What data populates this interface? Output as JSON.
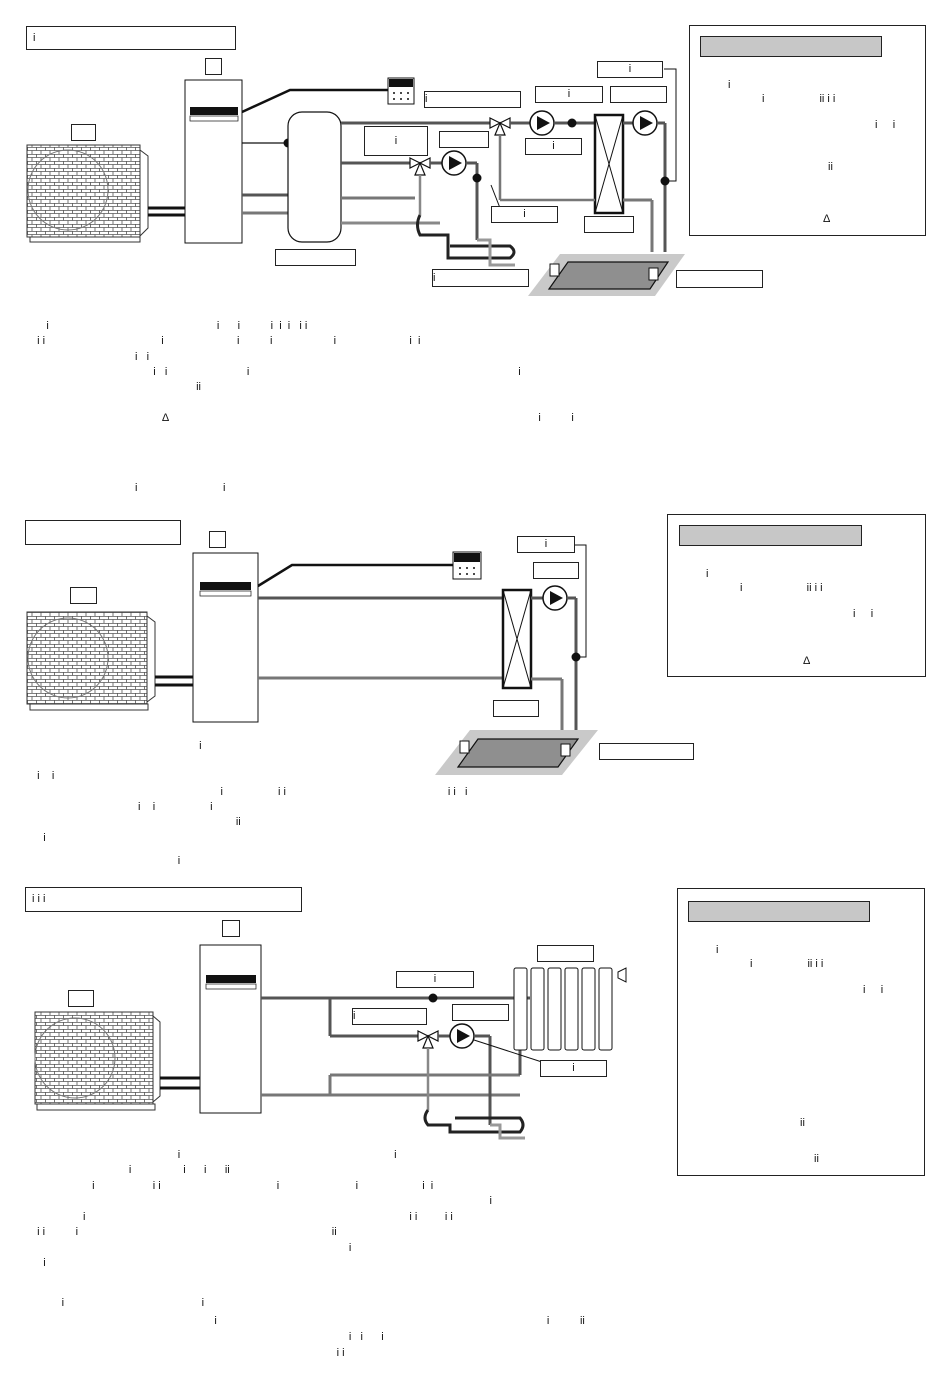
{
  "section1": {
    "title": "   i",
    "unit_no": "",
    "outdoor_no": "",
    "labels": {
      "top_right": "i",
      "valve_label": "                    i",
      "mid_box": "i",
      "pump_box": "",
      "hx_label": "",
      "tank_box": "i",
      "small_box": "",
      "bottom_pump": "i",
      "tank_bottom": "",
      "floor_loop": "          i",
      "slab_label": ""
    },
    "panel": {
      "heading": "",
      "lines": [
        "i",
        "i                  ii i i",
        "i     i",
        "ii",
        "Δ"
      ]
    },
    "text_rows": [
      "      i                                                       i      i          i  i  i   i i",
      "   i i                                      i                        i          i                    i                        i  i",
      "                                   i   i",
      "                                         i   i                          i                                                                                        i",
      "                                                       ii",
      "                                            Δ                                                                                                                         i          i",
      "",
      "                                   i                            i"
    ]
  },
  "section2": {
    "title": "",
    "unit_no": "",
    "outdoor_no": "",
    "labels": {
      "top_right": "i",
      "pump_box": "",
      "hx_label": "",
      "slab_label": ""
    },
    "panel": {
      "heading": "",
      "lines": [
        "i",
        "i                     ii i i",
        "i     i",
        "Δ"
      ]
    },
    "text_rows": [
      "                                                        i",
      "   i    i",
      "                                                               i                  i i                                                     i i   i",
      "                                    i    i                  i",
      "                                                                    ii",
      "     i",
      "                                                 i"
    ]
  },
  "section3": {
    "title": "    i              i         i",
    "unit_no": "",
    "outdoor_no": "",
    "labels": {
      "radiator": "",
      "valve_label": "                i",
      "mid_box": "i",
      "pump_box": "",
      "bottom_pump": "i"
    },
    "panel": {
      "heading": "",
      "lines": [
        "i",
        "i                  ii i i",
        "i     i",
        "ii",
        "ii"
      ]
    },
    "text_rows": [
      "                                                 i                                                                      i",
      "                                 i                 i      i      ii",
      "                     i                   i i                                      i                         i                     i  i",
      "                                                                                                                                                       i",
      "                  i                                                                                                          i i         i i",
      "   i i          i                                                                                   ii",
      "                                                                                                         i",
      "     i",
      "",
      "           i                                             i",
      "                                                             i                                                                                                            i          ii",
      "                                                                                                         i   i      i",
      "                                                                                                     i i"
    ]
  }
}
